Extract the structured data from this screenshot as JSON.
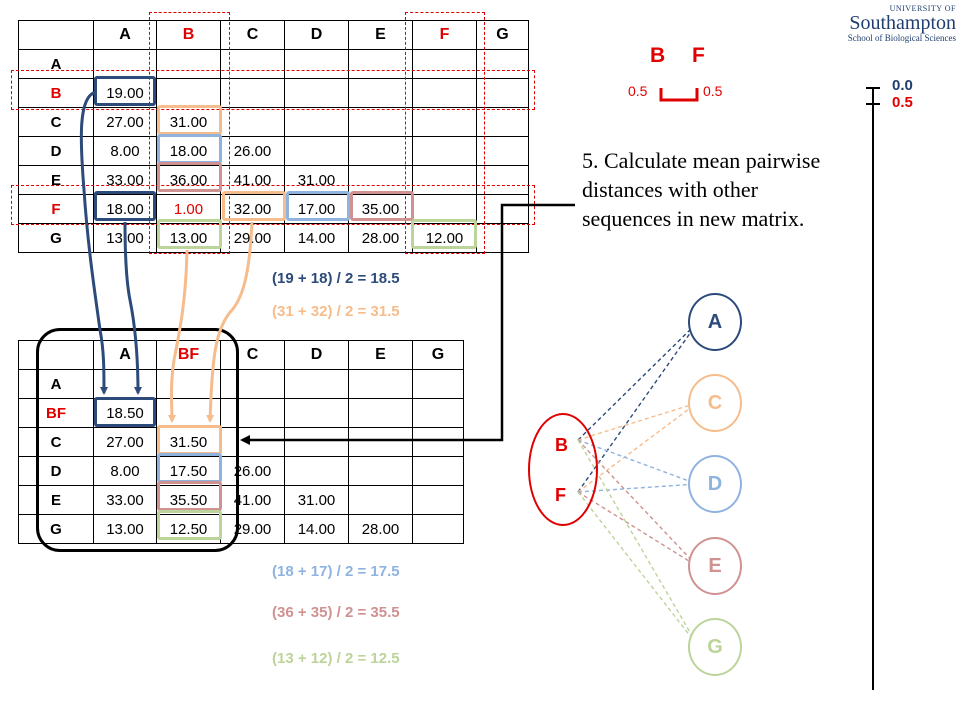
{
  "logo": {
    "line1": "UNIVERSITY OF",
    "line2": "Southampton",
    "line3": "School of Biological Sciences"
  },
  "colors": {
    "red": "#e00000",
    "navy": "#2c4a7a",
    "orange": "#f6bc8c",
    "lightblue": "#8fb3df",
    "rose": "#d09191",
    "green": "#bcd49a"
  },
  "matrix1": {
    "headers": [
      "",
      "A",
      "B",
      "C",
      "D",
      "E",
      "F",
      "G"
    ],
    "rows": [
      {
        "label": "A",
        "cells": [
          "",
          "",
          "",
          "",
          "",
          "",
          ""
        ]
      },
      {
        "label": "B",
        "cells": [
          "19.00",
          "",
          "",
          "",
          "",
          "",
          ""
        ]
      },
      {
        "label": "C",
        "cells": [
          "27.00",
          "31.00",
          "",
          "",
          "",
          "",
          ""
        ]
      },
      {
        "label": "D",
        "cells": [
          "8.00",
          "18.00",
          "26.00",
          "",
          "",
          "",
          ""
        ]
      },
      {
        "label": "E",
        "cells": [
          "33.00",
          "36.00",
          "41.00",
          "31.00",
          "",
          "",
          ""
        ]
      },
      {
        "label": "F",
        "cells": [
          "18.00",
          "1.00",
          "32.00",
          "17.00",
          "35.00",
          "",
          ""
        ]
      },
      {
        "label": "G",
        "cells": [
          "13.00",
          "13.00",
          "29.00",
          "14.00",
          "28.00",
          "12.00",
          ""
        ]
      }
    ]
  },
  "matrix2": {
    "headers": [
      "",
      "A",
      "BF",
      "C",
      "D",
      "E",
      "G"
    ],
    "rows": [
      {
        "label": "A",
        "cells": [
          "",
          "",
          "",
          "",
          "",
          ""
        ]
      },
      {
        "label": "BF",
        "cells": [
          "18.50",
          "",
          "",
          "",
          "",
          ""
        ]
      },
      {
        "label": "C",
        "cells": [
          "27.00",
          "31.50",
          "",
          "",
          "",
          ""
        ]
      },
      {
        "label": "D",
        "cells": [
          "8.00",
          "17.50",
          "26.00",
          "",
          "",
          ""
        ]
      },
      {
        "label": "E",
        "cells": [
          "33.00",
          "35.50",
          "41.00",
          "31.00",
          "",
          ""
        ]
      },
      {
        "label": "G",
        "cells": [
          "13.00",
          "12.50",
          "29.00",
          "14.00",
          "28.00",
          ""
        ]
      }
    ]
  },
  "formulas": [
    "(19 + 18) / 2 = 18.5",
    "(31 + 32) / 2 = 31.5",
    "(18 + 17) / 2 = 17.5",
    "(36 + 35) / 2 = 35.5",
    "(13 + 12) / 2 = 12.5"
  ],
  "step_text": "5. Calculate mean pairwise distances with other sequences in new matrix.",
  "mini_tree": {
    "left": "B",
    "right": "F",
    "left_len": "0.5",
    "right_len": "0.5"
  },
  "scale": {
    "top": "0.0",
    "bottom": "0.5"
  },
  "nodes": {
    "a": "A",
    "c": "C",
    "d": "D",
    "e": "E",
    "g": "G",
    "b": "B",
    "f": "F"
  }
}
